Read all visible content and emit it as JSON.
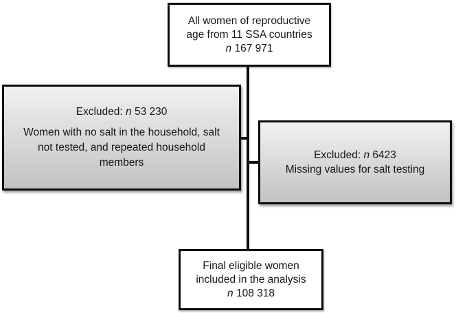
{
  "figure": {
    "type": "flowchart",
    "colors": {
      "background": "#ffffff",
      "box_border": "#0c0c0c",
      "connector": "#0c0c0c",
      "excluded_box_gradient_top": "#f1f1f1",
      "excluded_box_gradient_bottom": "#c2c2c2",
      "plain_box_fill": "#ffffff"
    },
    "boxes": {
      "population": {
        "line1": "All women of reproductive",
        "line2": "age from 11 SSA countries",
        "n_label": "n",
        "n_value": " 167 971"
      },
      "excluded_left": {
        "title_prefix": "Excluded: ",
        "n_label": "n",
        "n_value": " 53 230",
        "body_line1": "Women with no salt in the household, salt",
        "body_line2": "not tested, and repeated household",
        "body_line3": "members"
      },
      "excluded_right": {
        "title_prefix": "Excluded: ",
        "n_label": "n",
        "n_value": " 6423",
        "line2": "Missing values for salt testing"
      },
      "final": {
        "line1": "Final eligible women",
        "line2": "included in the analysis",
        "n_label": "n",
        "n_value": " 108 318"
      }
    }
  }
}
